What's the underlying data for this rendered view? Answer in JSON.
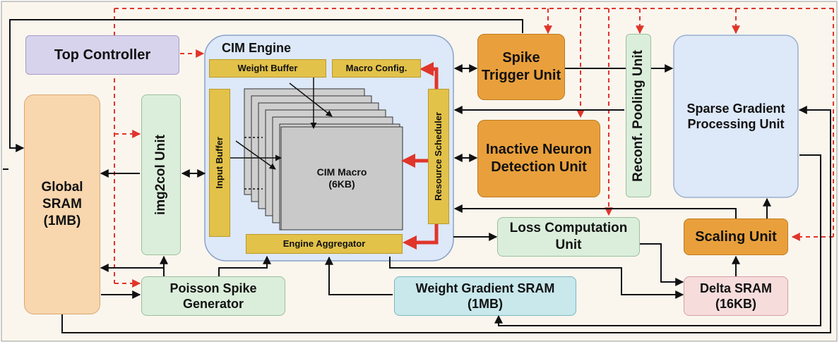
{
  "blocks": {
    "top_controller": "Top Controller",
    "global_sram": "Global\nSRAM\n(1MB)",
    "img2col": "img2col Unit",
    "poisson": "Poisson Spike\nGenerator",
    "cim_engine_title": "CIM Engine",
    "weight_buffer": "Weight Buffer",
    "macro_config": "Macro Config.",
    "input_buffer": "Input Buffer",
    "cim_macro": "CIM Macro\n(6KB)",
    "resource_scheduler": "Resource Scheduler",
    "engine_aggregator": "Engine Aggregator",
    "spike_trigger": "Spike\nTrigger Unit",
    "inactive_neuron": "Inactive Neuron\nDetection Unit",
    "reconf_pooling": "Reconf. Pooling Unit",
    "sparse_gradient": "Sparse Gradient\nProcessing Unit",
    "loss_computation": "Loss Computation\nUnit",
    "scaling": "Scaling Unit",
    "weight_gradient_sram": "Weight Gradient SRAM\n(1MB)",
    "delta_sram": "Delta SRAM\n(16KB)"
  },
  "colors": {
    "control_line": "#e0352b",
    "data_line": "#111111",
    "cim_engine_fill": "#dde8f8",
    "sparse_fill": "#dde8f8",
    "gold": "#e3c24a",
    "orange": "#e9a03c",
    "green": "#dbeedb",
    "lavender": "#d8d3ec",
    "peach": "#f8d6ae",
    "cyan": "#c8e8ec",
    "pink": "#f7dcdc"
  }
}
